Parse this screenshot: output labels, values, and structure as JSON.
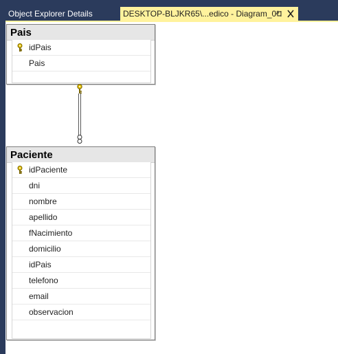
{
  "tabs": [
    {
      "label": "Object Explorer Details",
      "active": false
    },
    {
      "label": "DESKTOP-BLJKR65\\...edico - Diagram_0*",
      "active": true
    }
  ],
  "icons": {
    "pin": "pin-icon",
    "close": "close-icon",
    "primary_key": "key-icon",
    "relationship_one": "key-icon",
    "relationship_many": "infinity-icon"
  },
  "colors": {
    "frame": "#2b3b5c",
    "active_tab": "#fff29d",
    "key": "#e8c400"
  },
  "tables": {
    "pais": {
      "title": "Pais",
      "columns": [
        {
          "name": "idPais",
          "primary_key": true
        },
        {
          "name": "Pais",
          "primary_key": false
        }
      ]
    },
    "paciente": {
      "title": "Paciente",
      "columns": [
        {
          "name": "idPaciente",
          "primary_key": true
        },
        {
          "name": "dni",
          "primary_key": false
        },
        {
          "name": "nombre",
          "primary_key": false
        },
        {
          "name": "apellido",
          "primary_key": false
        },
        {
          "name": "fNacimiento",
          "primary_key": false
        },
        {
          "name": "domicilio",
          "primary_key": false
        },
        {
          "name": "idPais",
          "primary_key": false
        },
        {
          "name": "telefono",
          "primary_key": false
        },
        {
          "name": "email",
          "primary_key": false
        },
        {
          "name": "observacion",
          "primary_key": false
        }
      ]
    }
  }
}
